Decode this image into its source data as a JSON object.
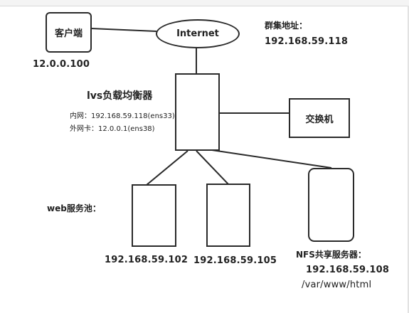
{
  "client": {
    "label": "客户端",
    "ip": "12.0.0.100"
  },
  "internet": {
    "label": "Internet"
  },
  "cluster": {
    "label": "群集地址：",
    "ip": "192.168.59.118"
  },
  "lvs": {
    "title": "lvs负载均衡器",
    "inner": "内网：192.168.59.118(ens33)",
    "outer": "外网卡：12.0.0.1(ens38)"
  },
  "switch": {
    "label": "交换机"
  },
  "web_pool": {
    "label": "web服务池："
  },
  "web1": {
    "ip": "192.168.59.102"
  },
  "web2": {
    "ip": "192.168.59.105"
  },
  "nfs": {
    "label": "NFS共享服务器：",
    "ip": "192.168.59.108",
    "path": "/var/www/html"
  }
}
